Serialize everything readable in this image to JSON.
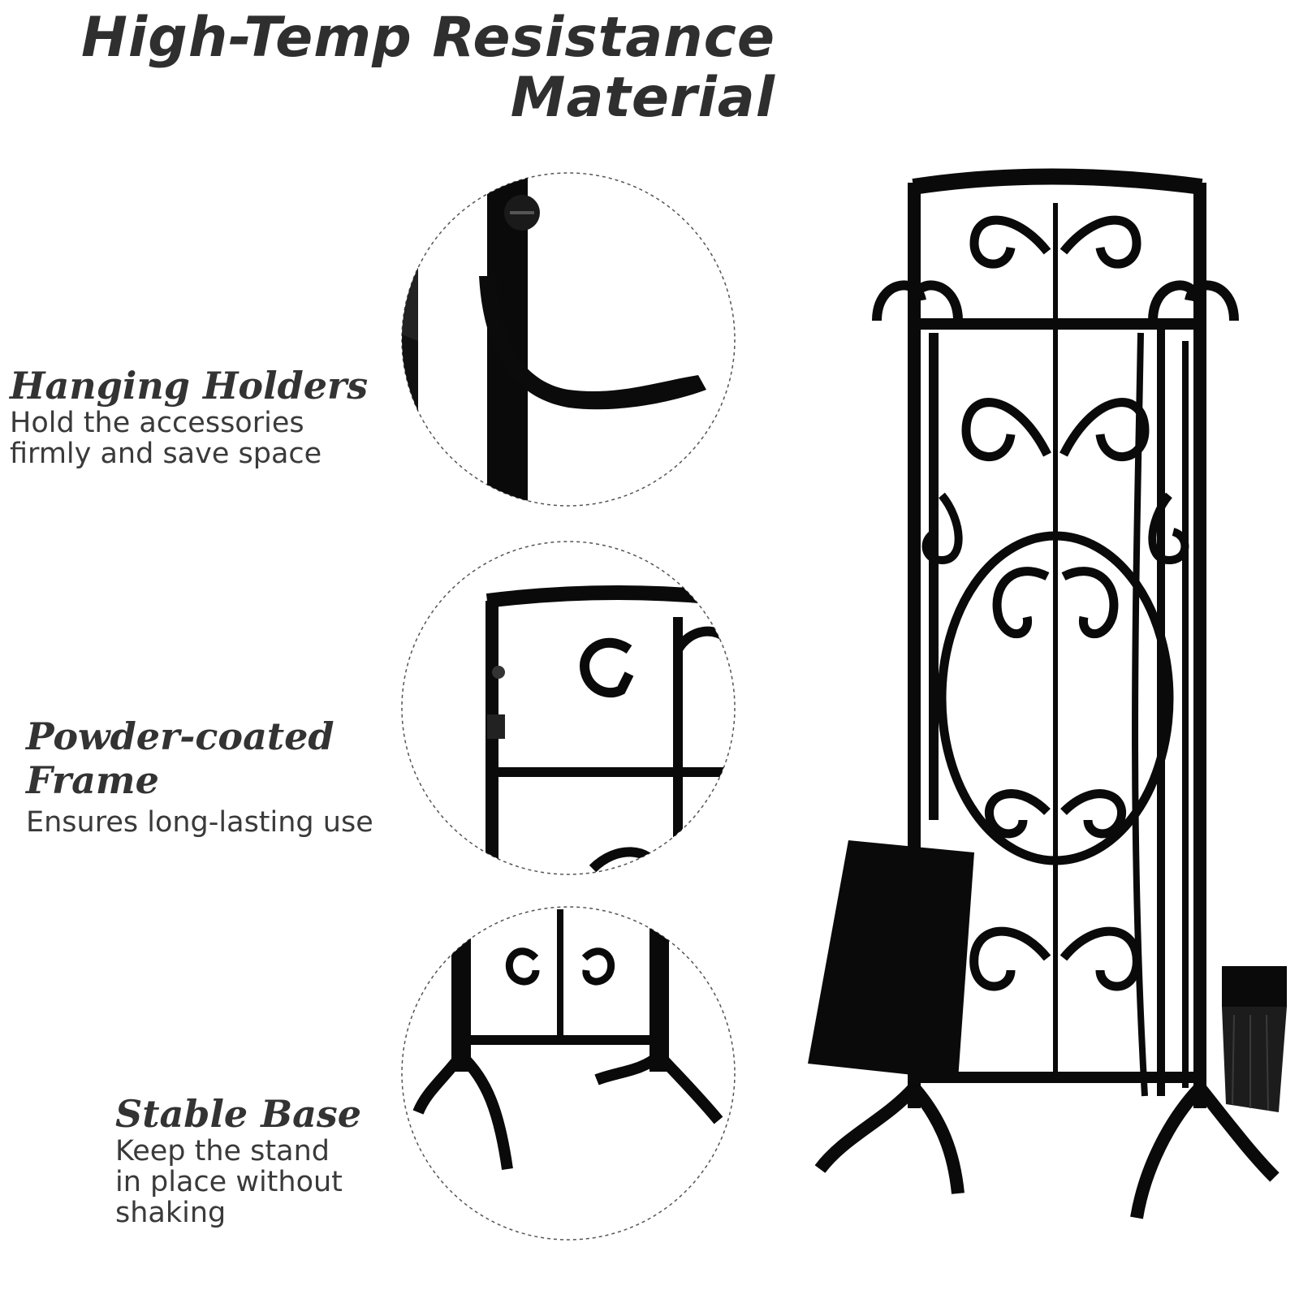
{
  "header": {
    "title_line1": "High-Temp Resistance",
    "title_line2": "Material"
  },
  "features": [
    {
      "title": "Hanging Holders",
      "description_line1": "Hold the accessories",
      "description_line2": "firmly and save space"
    },
    {
      "title_line1": "Powder-coated",
      "title_line2": "Frame",
      "description_line1": "Ensures long-lasting use"
    },
    {
      "title": "Stable Base",
      "description_line1": "Keep the stand",
      "description_line2": "in place without",
      "description_line3": "shaking"
    }
  ],
  "colors": {
    "iron": "#0a0a0a",
    "text": "#2f2f2f",
    "background": "#ffffff"
  }
}
